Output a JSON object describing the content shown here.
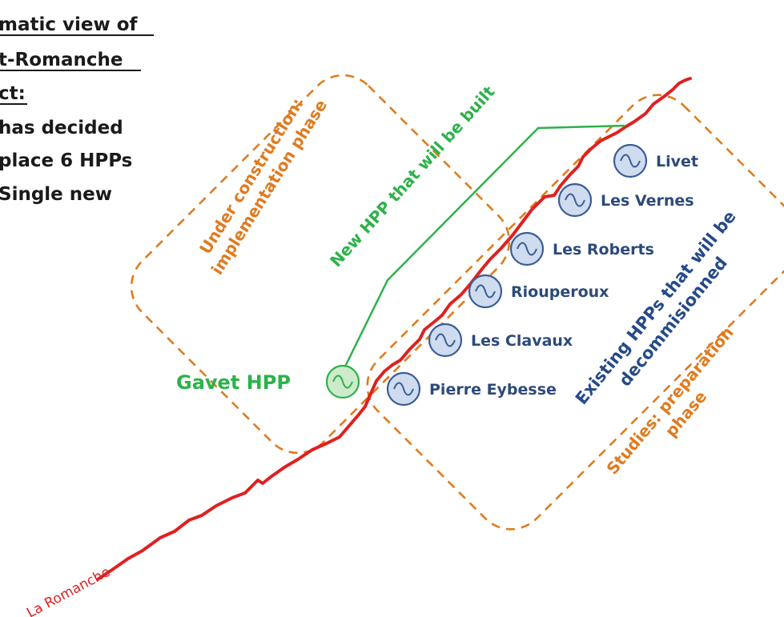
{
  "title": {
    "lines": [
      "matic view of",
      "t-Romanche",
      "ct:"
    ]
  },
  "body": {
    "lines": [
      "has decided",
      "place 6 HPPs",
      "Single new"
    ]
  },
  "zones": {
    "construction": {
      "line1": "Under construction:",
      "line2": "implementation phase",
      "color": "#e07b1f"
    },
    "studies": {
      "line1": "Studies: preparation",
      "line2": "phase",
      "color": "#e07b1f"
    }
  },
  "river": {
    "label": "La Romanche",
    "color": "#e02020"
  },
  "new_hpp": {
    "label": "New HPP that will be built",
    "plant_label": "Gavet HPP",
    "color": "#2db24a",
    "icon": "generator-icon"
  },
  "existing": {
    "line1": "Existing HPPs that will be",
    "line2": "decommisionned",
    "color": "#254a8a",
    "plants": [
      {
        "name": "Livet",
        "icon": "generator-icon"
      },
      {
        "name": "Les Vernes",
        "icon": "generator-icon"
      },
      {
        "name": "Les Roberts",
        "icon": "generator-icon"
      },
      {
        "name": "Riouperoux",
        "icon": "generator-icon"
      },
      {
        "name": "Les Clavaux",
        "icon": "generator-icon"
      },
      {
        "name": "Pierre Eybesse",
        "icon": "generator-icon"
      }
    ]
  }
}
